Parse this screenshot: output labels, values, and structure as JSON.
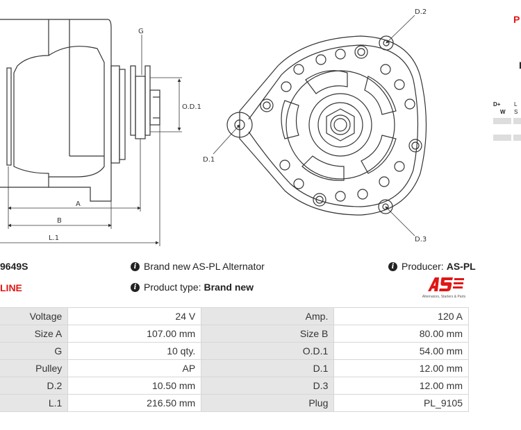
{
  "drawing": {
    "labels": {
      "g": "G",
      "od1": "O.D.1",
      "a": "A",
      "b": "B",
      "l1": "L.1",
      "d1": "D.1",
      "d2": "D.2",
      "d3": "D.3"
    }
  },
  "product": {
    "code": "9649S",
    "line": "LINE",
    "description": "Brand new AS-PL Alternator",
    "type_label": "Product type:",
    "type_value": "Brand new",
    "producer_label": "Producer:",
    "producer_value": "AS-PL",
    "logo_tagline": "Alternators, Starters & Parts"
  },
  "side_panel": {
    "title_fragment": "P",
    "mark_fragment": "I",
    "mini_table": {
      "header": [
        "D+",
        "L"
      ],
      "row": [
        "W",
        "S"
      ]
    }
  },
  "specs": [
    {
      "label1": "Voltage",
      "value1": "24 V",
      "label2": "Amp.",
      "value2": "120 A"
    },
    {
      "label1": "Size A",
      "value1": "107.00 mm",
      "label2": "Size B",
      "value2": "80.00 mm"
    },
    {
      "label1": "G",
      "value1": "10 qty.",
      "label2": "O.D.1",
      "value2": "54.00 mm"
    },
    {
      "label1": "Pulley",
      "value1": "AP",
      "label2": "D.1",
      "value2": "12.00 mm"
    },
    {
      "label1": "D.2",
      "value1": "10.50 mm",
      "label2": "D.3",
      "value2": "12.00 mm"
    },
    {
      "label1": "L.1",
      "value1": "216.50 mm",
      "label2": "Plug",
      "value2": "PL_9105"
    }
  ],
  "colors": {
    "accent_red": "#e01616",
    "table_label_bg": "#e6e6e6",
    "table_border": "#d6d6d6"
  }
}
